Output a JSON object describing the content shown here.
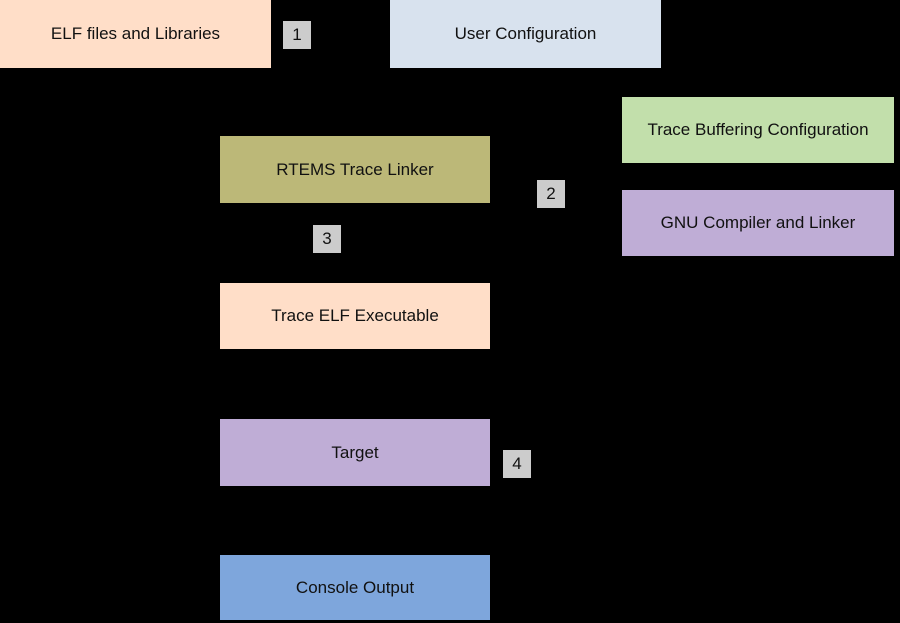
{
  "diagram": {
    "background_color": "#000000",
    "text_color": "#111111",
    "badge_fill": "#cccccc",
    "nodes": [
      {
        "id": "elf-files-and-libraries",
        "label": "ELF files and Libraries",
        "fill": "#ffdec8"
      },
      {
        "id": "user-configuration",
        "label": "User Configuration",
        "fill": "#d8e2ee"
      },
      {
        "id": "trace-buffering-configuration",
        "label": "Trace Buffering Configuration",
        "fill": "#c2dfab"
      },
      {
        "id": "gnu-compiler-and-linker",
        "label": "GNU Compiler and Linker",
        "fill": "#bfadd6"
      },
      {
        "id": "rtems-trace-linker",
        "label": "RTEMS Trace Linker",
        "fill": "#bcb878"
      },
      {
        "id": "trace-elf-executable",
        "label": "Trace ELF Executable",
        "fill": "#ffdec8"
      },
      {
        "id": "target",
        "label": "Target",
        "fill": "#bfadd6"
      },
      {
        "id": "console-output",
        "label": "Console Output",
        "fill": "#7ea6dc"
      }
    ],
    "step_badges": [
      {
        "label": "1"
      },
      {
        "label": "2"
      },
      {
        "label": "3"
      },
      {
        "label": "4"
      }
    ]
  }
}
